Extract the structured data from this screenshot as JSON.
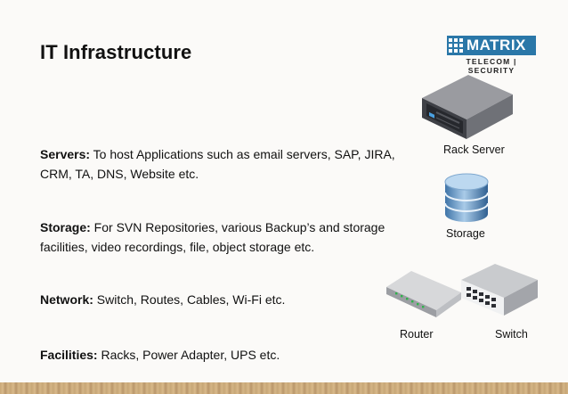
{
  "slide": {
    "title": "IT Infrastructure"
  },
  "logo": {
    "name": "MATRIX",
    "tagline": "TELECOM | SECURITY",
    "brand_color": "#2a77a8"
  },
  "sections": [
    {
      "label": "Servers:",
      "text": " To host Applications such as email servers, SAP, JIRA, CRM, TA, DNS, Website etc."
    },
    {
      "label": "Storage:",
      "text": " For SVN Repositories, various Backup’s and storage facilities, video recordings, file, object storage etc."
    },
    {
      "label": "Network:",
      "text": " Switch, Routes, Cables, Wi-Fi etc."
    },
    {
      "label": "Facilities:",
      "text": " Racks, Power Adapter, UPS etc."
    }
  ],
  "devices": [
    {
      "icon": "rack-server-icon",
      "caption": "Rack Server"
    },
    {
      "icon": "storage-icon",
      "caption": "Storage"
    },
    {
      "icon": "router-icon",
      "caption": "Router"
    },
    {
      "icon": "switch-icon",
      "caption": "Switch"
    }
  ]
}
